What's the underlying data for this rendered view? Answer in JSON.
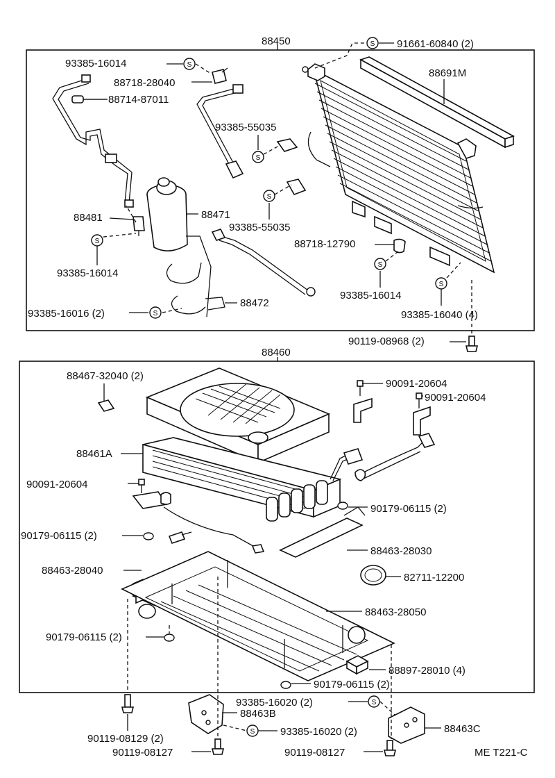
{
  "upper_assembly": {
    "number": "88450"
  },
  "lower_assembly": {
    "number": "88460"
  },
  "parts": {
    "p91661": "91661-60840 (2)",
    "p88691m": "88691M",
    "p93385_16014a": "93385-16014",
    "p88718_28040": "88718-28040",
    "p88714": "88714-87011",
    "p93385_55035a": "93385-55035",
    "p88481": "88481",
    "p88471": "88471",
    "p93385_55035b": "93385-55035",
    "p88718_12790": "88718-12790",
    "p93385_16014b": "93385-16014",
    "p93385_16014c": "93385-16014",
    "p93385_16040": "93385-16040 (4)",
    "p93385_16016": "93385-16016 (2)",
    "p88472": "88472",
    "p90119_08968": "90119-08968 (2)",
    "p88467": "88467-32040 (2)",
    "p90091a": "90091-20604",
    "p90091b": "90091-20604",
    "p88461a": "88461A",
    "p90091c": "90091-20604",
    "p90179a": "90179-06115 (2)",
    "p90179b": "90179-06115 (2)",
    "p88463_28030": "88463-28030",
    "p88463_28040": "88463-28040",
    "p82711": "82711-12200",
    "p88463_28050": "88463-28050",
    "p90179c": "90179-06115 (2)",
    "p88897": "88897-28010 (4)",
    "p90179d": "90179-06115 (2)",
    "p93385_16020a": "93385-16020 (2)",
    "p88463b": "88463B",
    "p93385_16020b": "93385-16020 (2)",
    "p88463c": "88463C",
    "p90119_08129": "90119-08129 (2)",
    "p90119_08127a": "90119-08127",
    "p90119_08127b": "90119-08127"
  },
  "s_symbol": "S",
  "figure_code": "ME  T221-C"
}
